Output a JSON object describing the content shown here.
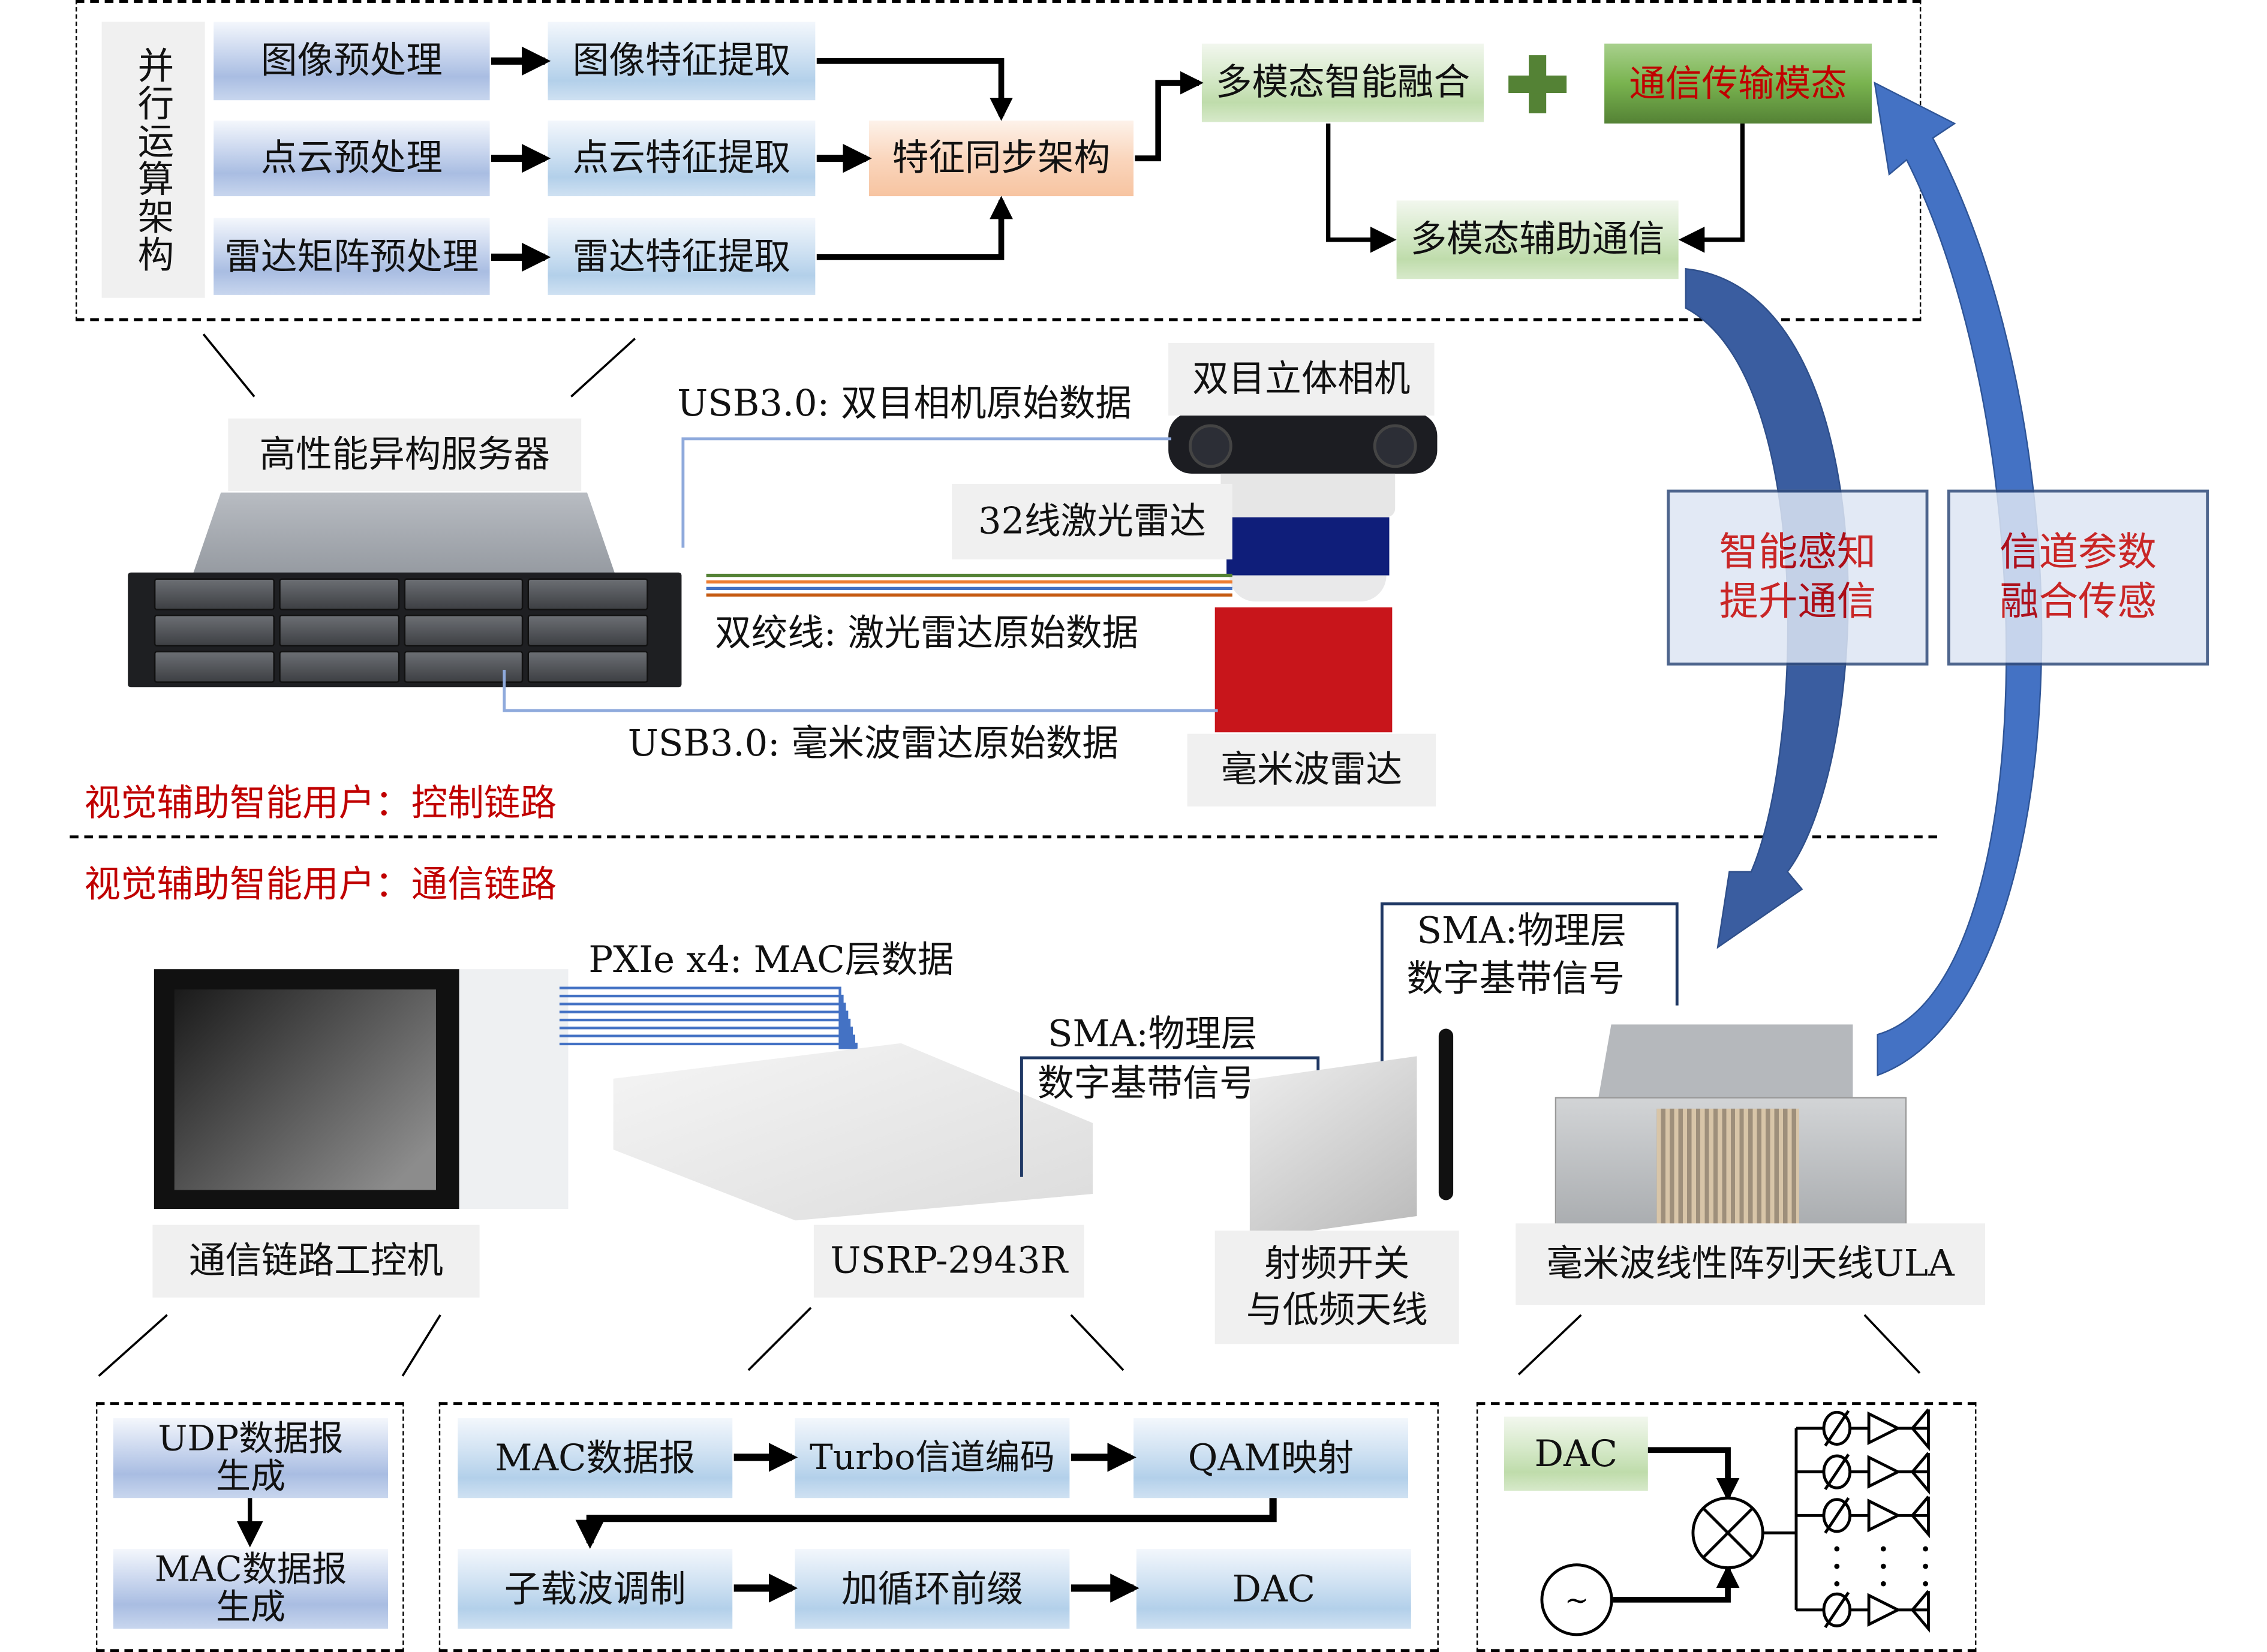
{
  "top_pipeline": {
    "parallel_arch_label": "并行运算架构",
    "rows": [
      {
        "preprocess": "图像预处理",
        "feature": "图像特征提取"
      },
      {
        "preprocess": "点云预处理",
        "feature": "点云特征提取"
      },
      {
        "preprocess": "雷达矩阵预处理",
        "feature": "雷达特征提取"
      }
    ],
    "sync": "特征同步架构",
    "fusion": "多模态智能融合",
    "plus_symbol": "+",
    "comm_mode": "通信传输模态",
    "assisted_comm": "多模态辅助通信"
  },
  "control_link": {
    "server_label": "高性能异构服务器",
    "camera_label": "双目立体相机",
    "lidar_label": "32线激光雷达",
    "mmwave_radar_label": "毫米波雷达",
    "camera_link": "USB3.0: 双目相机原始数据",
    "lidar_link": "双绞线: 激光雷达原始数据",
    "radar_link": "USB3.0: 毫米波雷达原始数据",
    "twisted_pair_colors": [
      "#548235",
      "#ed7d31",
      "#4472c4",
      "#c55a11"
    ],
    "section_title": "视觉辅助智能用户：控制链路"
  },
  "side_boxes": {
    "left": "智能感知\n提升通信",
    "right": "信道参数\n融合传感",
    "arrow_color": "#4472c4"
  },
  "comm_link": {
    "section_title": "视觉辅助智能用户：通信链路",
    "ipc_label": "通信链路工控机",
    "pxie_link": "PXIe x4: MAC层数据",
    "usrp_label": "USRP-2943R",
    "sma_link_1": [
      "SMA:物理层",
      "数字基带信号"
    ],
    "sma_link_2": [
      "SMA:物理层",
      "数字基带信号"
    ],
    "rf_switch_label": [
      "射频开关",
      "与低频天线"
    ],
    "ula_label": "毫米波线性阵列天线ULA"
  },
  "bottom_blocks": {
    "ipc": [
      "UDP数据报\n生成",
      "MAC数据报\n生成"
    ],
    "usrp_row1": [
      "MAC数据报",
      "Turbo信道编码",
      "QAM映射"
    ],
    "usrp_row2": [
      "子载波调制",
      "加循环前缀",
      "DAC"
    ],
    "ula_dac": "DAC",
    "oscillator_symbol": "~"
  }
}
